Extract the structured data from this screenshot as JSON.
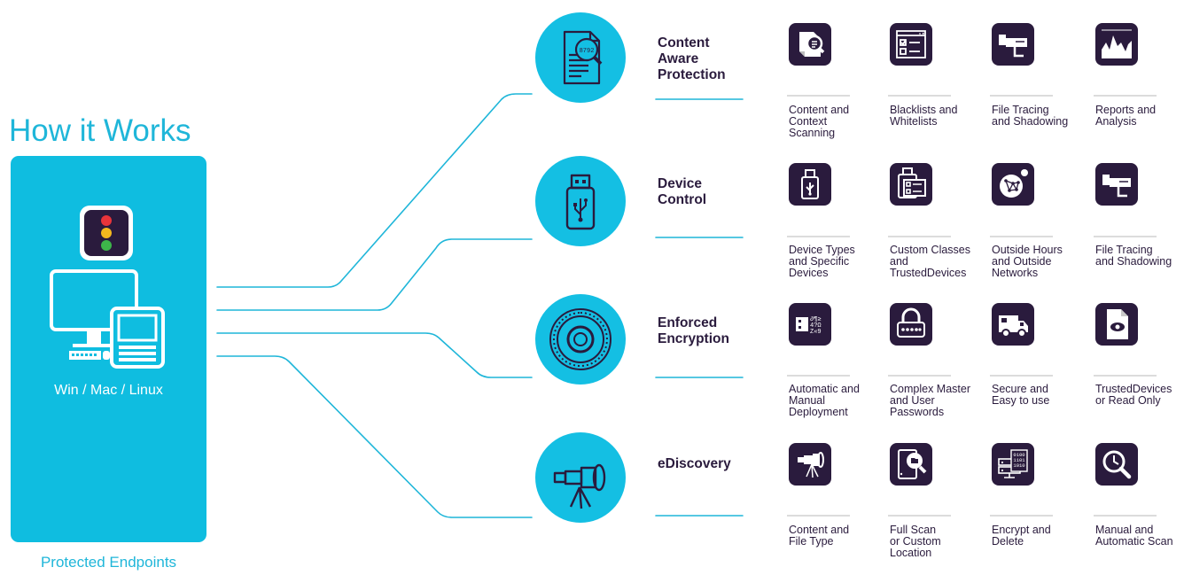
{
  "header": {
    "title": "How it Works"
  },
  "endpoints": {
    "os_label": "Win / Mac / Linux",
    "caption": "Protected Endpoints",
    "icons": [
      "traffic-light-icon",
      "computer-devices-icon"
    ]
  },
  "colors": {
    "accent": "#14bfe3",
    "panel": "#0fbde0",
    "dark": "#2a1b3d",
    "line": "#1fb6d9"
  },
  "modules": [
    {
      "title_lines": [
        "Content",
        "Aware",
        "Protection"
      ],
      "icon": "document-magnifier-icon",
      "features": [
        {
          "label_lines": [
            "Content and",
            "Context",
            "Scanning"
          ],
          "icon": "content-scan-icon"
        },
        {
          "label_lines": [
            "Blacklists and",
            "Whitelists"
          ],
          "icon": "checklist-window-icon"
        },
        {
          "label_lines": [
            "File Tracing",
            "and Shadowing"
          ],
          "icon": "camera-icon"
        },
        {
          "label_lines": [
            "Reports and",
            "Analysis"
          ],
          "icon": "area-chart-icon"
        }
      ]
    },
    {
      "title_lines": [
        "Device",
        "Control"
      ],
      "icon": "usb-drive-icon",
      "features": [
        {
          "label_lines": [
            "Device Types",
            "and Specific",
            "Devices"
          ],
          "icon": "usb-icon"
        },
        {
          "label_lines": [
            "Custom Classes",
            "and",
            "TrustedDevices"
          ],
          "icon": "usb-checklist-icon"
        },
        {
          "label_lines": [
            "Outside Hours",
            "and Outside",
            "Networks"
          ],
          "icon": "network-globe-icon"
        },
        {
          "label_lines": [
            "File Tracing",
            "and Shadowing"
          ],
          "icon": "camera-icon"
        }
      ]
    },
    {
      "title_lines": [
        "Enforced",
        "Encryption"
      ],
      "icon": "vault-dial-icon",
      "features": [
        {
          "label_lines": [
            "Automatic and",
            "Manual",
            "Deployment"
          ],
          "icon": "encrypted-usb-icon"
        },
        {
          "label_lines": [
            "Complex Master",
            "and User",
            "Passwords"
          ],
          "icon": "padlock-icon"
        },
        {
          "label_lines": [
            "Secure and",
            "Easy to use"
          ],
          "icon": "armored-truck-icon"
        },
        {
          "label_lines": [
            "TrustedDevices",
            "or Read Only"
          ],
          "icon": "eye-document-icon"
        }
      ]
    },
    {
      "title_lines": [
        "eDiscovery"
      ],
      "icon": "telescope-icon",
      "features": [
        {
          "label_lines": [
            "Content and",
            "File Type"
          ],
          "icon": "telescope-icon"
        },
        {
          "label_lines": [
            "Full Scan",
            "or Custom",
            "Location"
          ],
          "icon": "drive-search-icon"
        },
        {
          "label_lines": [
            "Encrypt and",
            "Delete"
          ],
          "icon": "binary-server-icon"
        },
        {
          "label_lines": [
            "Manual and",
            "Automatic Scan"
          ],
          "icon": "clock-search-icon"
        }
      ]
    }
  ]
}
